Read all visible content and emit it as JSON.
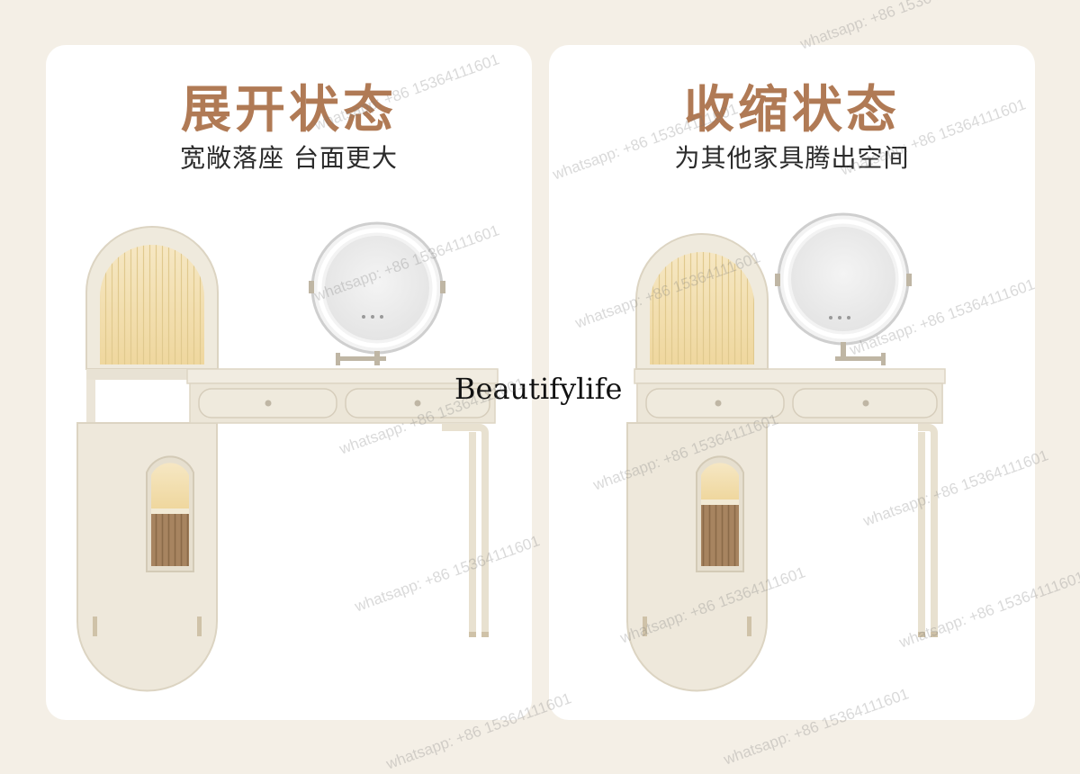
{
  "panels": [
    {
      "title": "展开状态",
      "subtitle": "宽敞落座 台面更大",
      "state": "expanded"
    },
    {
      "title": "收缩状态",
      "subtitle": "为其他家具腾出空间",
      "state": "collapsed"
    }
  ],
  "brand": "Beautifylife",
  "watermark": "whatsapp: +86 15364111601",
  "colors": {
    "background": "#f4efe6",
    "card": "#ffffff",
    "title": "#b07a55",
    "furniture": "#efeadd",
    "furniture_edge": "#d8d0bf",
    "glow": "#f3dfb0",
    "metal": "#cfc2a8"
  }
}
